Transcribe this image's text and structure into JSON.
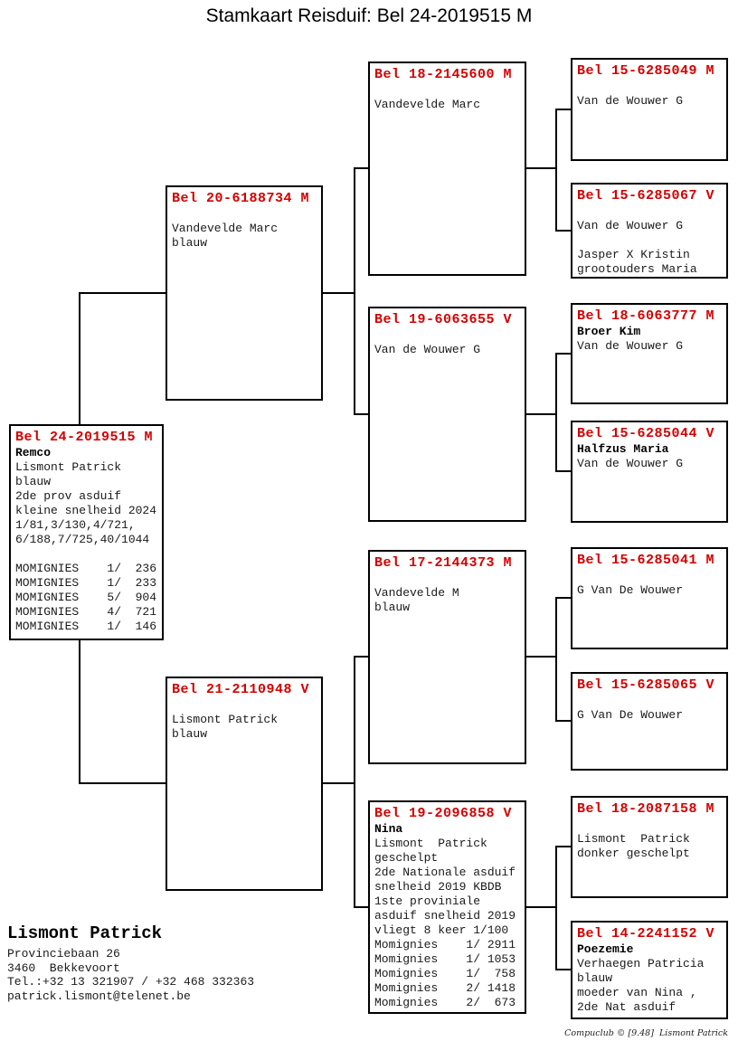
{
  "title": "Stamkaart Reisduif: Bel 24-2019515 M",
  "colors": {
    "ring_red": "#d40000",
    "line_black": "#000000",
    "background": "#ffffff"
  },
  "boxes": {
    "subject": {
      "ring": "Bel 24-2019515 M",
      "lines": [
        {
          "t": "Remco",
          "b": true
        },
        {
          "t": "Lismont Patrick"
        },
        {
          "t": "blauw"
        },
        {
          "t": "2de prov asduif"
        },
        {
          "t": "kleine snelheid 2024"
        },
        {
          "t": "1/81,3/130,4/721,"
        },
        {
          "t": "6/188,7/725,40/1044"
        },
        {
          "t": ""
        },
        {
          "t": "MOMIGNIES    1/  236"
        },
        {
          "t": "MOMIGNIES    1/  233"
        },
        {
          "t": "MOMIGNIES    5/  904"
        },
        {
          "t": "MOMIGNIES    4/  721"
        },
        {
          "t": "MOMIGNIES    1/  146"
        }
      ]
    },
    "father": {
      "ring": "Bel 20-6188734 M",
      "lines": [
        {
          "t": ""
        },
        {
          "t": "Vandevelde Marc"
        },
        {
          "t": "blauw"
        }
      ]
    },
    "mother": {
      "ring": "Bel 21-2110948 V",
      "lines": [
        {
          "t": ""
        },
        {
          "t": "Lismont Patrick"
        },
        {
          "t": "blauw"
        }
      ]
    },
    "gp1": {
      "ring": "Bel 18-2145600 M",
      "lines": [
        {
          "t": ""
        },
        {
          "t": "Vandevelde Marc"
        }
      ]
    },
    "gp2": {
      "ring": "Bel 19-6063655 V",
      "lines": [
        {
          "t": ""
        },
        {
          "t": "Van de Wouwer G"
        }
      ]
    },
    "gp3": {
      "ring": "Bel 17-2144373 M",
      "lines": [
        {
          "t": ""
        },
        {
          "t": "Vandevelde M"
        },
        {
          "t": "blauw"
        }
      ]
    },
    "gp4": {
      "ring": "Bel 19-2096858 V",
      "lines": [
        {
          "t": "Nina",
          "b": true
        },
        {
          "t": "Lismont  Patrick"
        },
        {
          "t": "geschelpt"
        },
        {
          "t": "2de Nationale asduif"
        },
        {
          "t": "snelheid 2019 KBDB"
        },
        {
          "t": "1ste proviniale"
        },
        {
          "t": "asduif snelheid 2019"
        },
        {
          "t": "vliegt 8 keer 1/100"
        },
        {
          "t": "Momignies    1/ 2911"
        },
        {
          "t": "Momignies    1/ 1053"
        },
        {
          "t": "Momignies    1/  758"
        },
        {
          "t": "Momignies    2/ 1418"
        },
        {
          "t": "Momignies    2/  673"
        }
      ]
    },
    "ggp1": {
      "ring": "Bel 15-6285049 M",
      "lines": [
        {
          "t": ""
        },
        {
          "t": "Van de Wouwer G"
        }
      ]
    },
    "ggp2": {
      "ring": "Bel 15-6285067 V",
      "lines": [
        {
          "t": ""
        },
        {
          "t": "Van de Wouwer G"
        },
        {
          "t": ""
        },
        {
          "t": "Jasper X Kristin"
        },
        {
          "t": "grootouders Maria"
        }
      ]
    },
    "ggp3": {
      "ring": "Bel 18-6063777 M",
      "lines": [
        {
          "t": "Broer Kim",
          "b": true
        },
        {
          "t": "Van de Wouwer G"
        }
      ]
    },
    "ggp4": {
      "ring": "Bel 15-6285044 V",
      "lines": [
        {
          "t": "Halfzus Maria",
          "b": true
        },
        {
          "t": "Van de Wouwer G"
        }
      ]
    },
    "ggp5": {
      "ring": "Bel 15-6285041 M",
      "lines": [
        {
          "t": ""
        },
        {
          "t": "G Van De Wouwer"
        }
      ]
    },
    "ggp6": {
      "ring": "Bel 15-6285065 V",
      "lines": [
        {
          "t": ""
        },
        {
          "t": "G Van De Wouwer"
        }
      ]
    },
    "ggp7": {
      "ring": "Bel 18-2087158 M",
      "lines": [
        {
          "t": ""
        },
        {
          "t": "Lismont  Patrick"
        },
        {
          "t": "donker geschelpt"
        }
      ]
    },
    "ggp8": {
      "ring": "Bel 14-2241152 V",
      "lines": [
        {
          "t": "Poezemie",
          "b": true
        },
        {
          "t": "Verhaegen Patricia"
        },
        {
          "t": "blauw"
        },
        {
          "t": "moeder van Nina ,"
        },
        {
          "t": "2de Nat asduif"
        }
      ]
    }
  },
  "contact": {
    "name": "Lismont Patrick",
    "lines": [
      "Provinciebaan 26",
      "3460  Bekkevoort",
      "Tel.:+32 13 321907 / +32 468 332363",
      "patrick.lismont@telenet.be"
    ]
  },
  "footer": "Compuclub © [9.48]  Lismont Patrick"
}
